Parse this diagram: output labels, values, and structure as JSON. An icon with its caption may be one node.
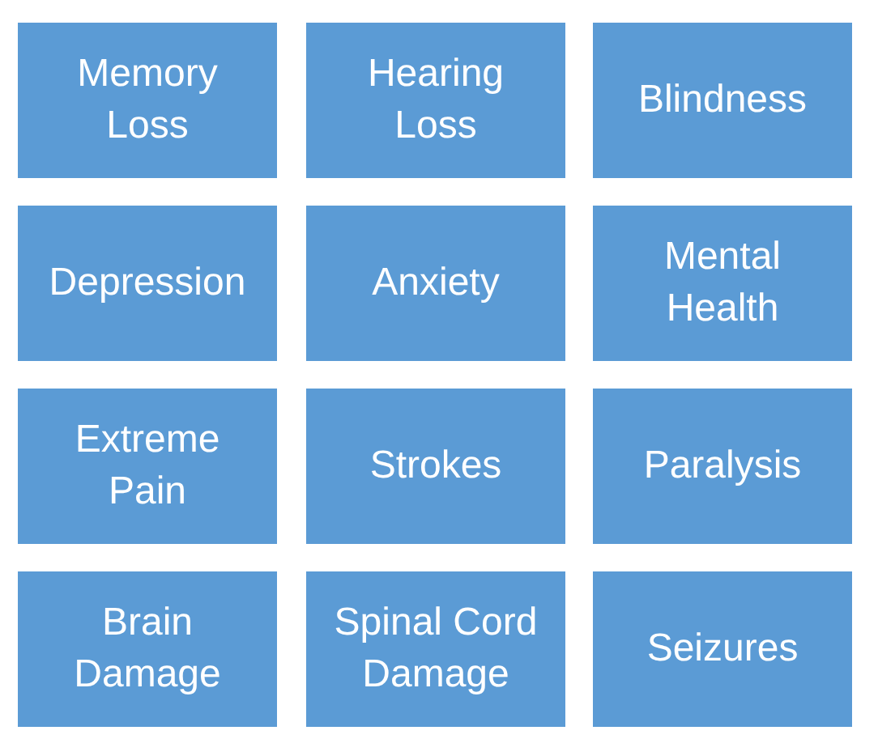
{
  "diagram": {
    "nodes": [
      {
        "text": [
          "Memory Loss"
        ]
      },
      {
        "text": [
          "Hearing Loss"
        ]
      },
      {
        "text": [
          "Blindness"
        ]
      },
      {
        "text": [
          "Depression"
        ]
      },
      {
        "text": [
          "Anxiety"
        ]
      },
      {
        "text": [
          "Mental Health"
        ]
      },
      {
        "text": [
          "Extreme Pain"
        ]
      },
      {
        "text": [
          "Strokes"
        ]
      },
      {
        "text": [
          "Paralysis"
        ]
      },
      {
        "text": [
          "Brain Damage"
        ]
      },
      {
        "text": [
          "Spinal Cord Damage"
        ]
      },
      {
        "text": [
          "Seizures"
        ]
      }
    ]
  }
}
